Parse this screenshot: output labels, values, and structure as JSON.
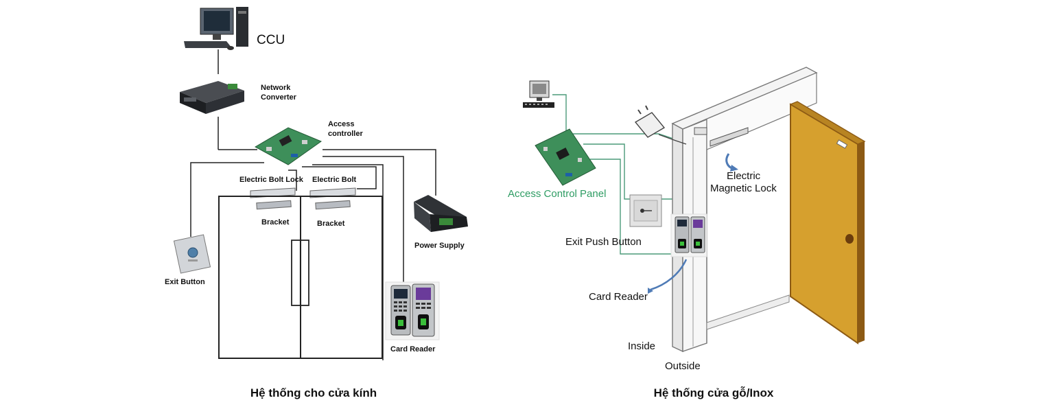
{
  "left": {
    "ccu": "CCU",
    "network_converter": [
      "Network",
      "Converter"
    ],
    "access_controller": [
      "Access",
      "controller"
    ],
    "electric_bolt_lock": "Electric Bolt Lock",
    "electric_bolt": "Electric Bolt",
    "bracket_1": "Bracket",
    "bracket_2": "Bracket",
    "power_supply": "Power Supply",
    "exit_button": "Exit Button",
    "card_reader": "Card Reader",
    "caption": "Hệ thống cho cửa kính"
  },
  "right": {
    "access_control_panel": "Access Control Panel",
    "magnetic_lock": [
      "Electric",
      "Magnetic Lock"
    ],
    "exit_push_button": "Exit Push Button",
    "card_reader": "Card Reader",
    "inside": "Inside",
    "outside": "Outside",
    "caption": "Hệ thống cửa gỗ/Inox"
  },
  "colors": {
    "door": "#d6a02e",
    "door_edge": "#8c5a14",
    "pcb": "#3e8f5a",
    "wire_green": "#4a9a79",
    "label_green": "#2e9c63"
  }
}
